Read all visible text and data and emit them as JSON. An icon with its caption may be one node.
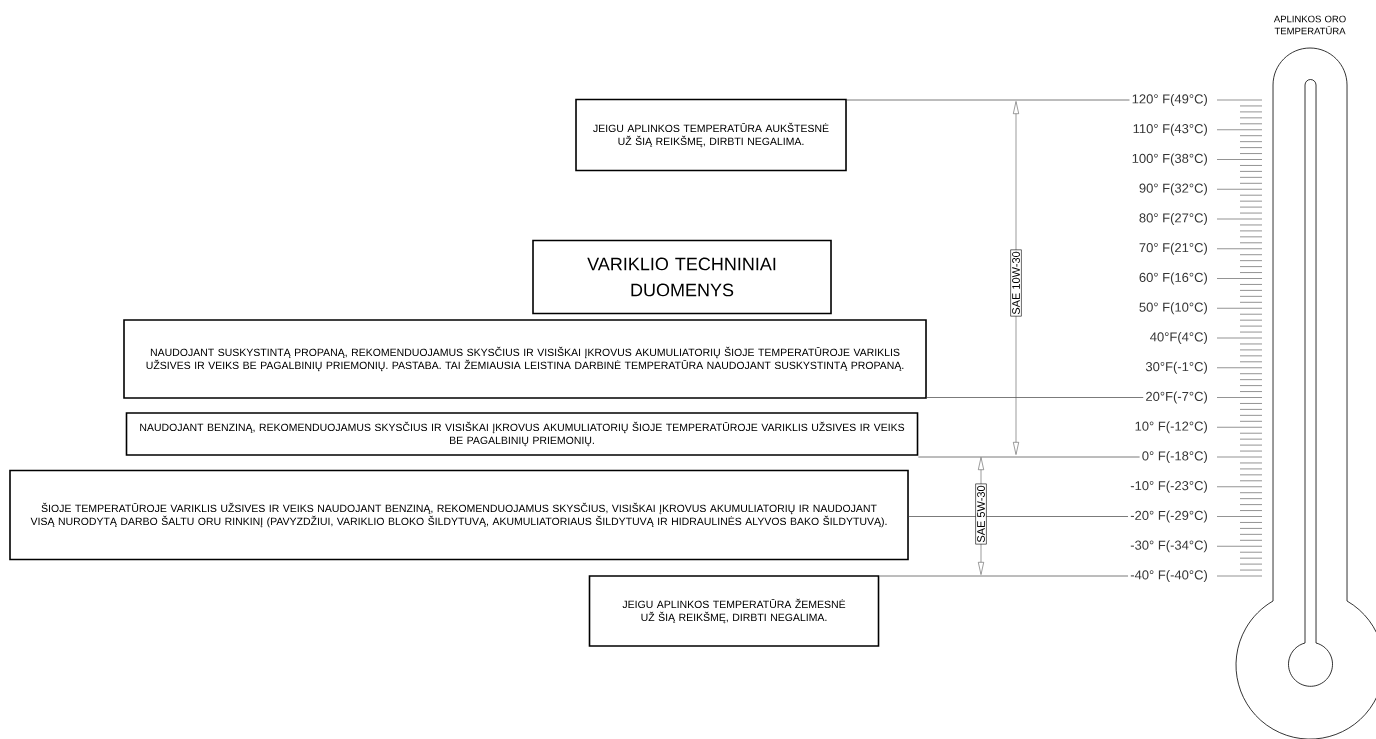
{
  "diagram": {
    "nodes": [
      {
        "text": [
          "JEIGU APLINKOS TEMPERATŪRA AUKŠTESNĖ UŽ ŠIĄ REIKŠMĘ, DIRBTI NEGALIMA."
        ]
      },
      {
        "text": [
          "VARIKLIO TECHNINIAI DUOMENYS"
        ]
      },
      {
        "text": [
          "NAUDOJANT SUSKYSTINTĄ PROPANĄ, REKOMENDUOJAMUS SKYSČIUS IR VISIŠKAI ĮKROVUS AKUMULIATORIŲ ŠIOJE TEMPERATŪROJE VARIKLIS UŽSIVES IR VEIKS BE PAGALBINIŲ PRIEMONIŲ. PASTABA. TAI ŽEMIAUSIA LEISTINA DARBINĖ TEMPERATŪRA NAUDOJANT SUSKYSTINTĄ PROPANĄ."
        ]
      },
      {
        "text": [
          "NAUDOJANT BENZINĄ, REKOMENDUOJAMUS SKYSČIUS IR VISIŠKAI ĮKROVUS AKUMULIATORIŲ ŠIOJE TEMPERATŪROJE VARIKLIS UŽSIVES IR VEIKS BE PAGALBINIŲ PRIEMONIŲ."
        ]
      },
      {
        "text": [
          "ŠIOJE TEMPERATŪROJE VARIKLIS UŽSIVES IR VEIKS NAUDOJANT BENZINĄ, REKOMENDUOJAMUS SKYSČIUS, VISIŠKAI ĮKROVUS AKUMULIATORIŲ IR NAUDOJANT VISĄ NURODYTĄ DARBO ŠALTU ORU RINKINĮ (PAVYZDŽIUI, VARIKLIO BLOKO ŠILDYTUVĄ, AKUMULIATORIAUS ŠILDYTUVĄ IR HIDRAULINĖS ALYVOS BAKO ŠILDYTUVĄ)."
        ]
      },
      {
        "text": [
          "JEIGU APLINKOS TEMPERATŪRA ŽEMESNĖ UŽ ŠIĄ REIKŠMĘ, DIRBTI NEGALIMA."
        ]
      },
      {
        "text": [
          "120° F(49°C)"
        ]
      },
      {
        "text": [
          "20°F(-7°C)"
        ]
      },
      {
        "text": [
          "0° F(-18°C)"
        ]
      },
      {
        "text": [
          "-20° F(-29°C)"
        ]
      },
      {
        "text": [
          "-40° F(-40°C)"
        ]
      }
    ],
    "edges": [
      {
        "from": 0,
        "to": 6,
        "arrow": "none"
      },
      {
        "from": 2,
        "to": 7,
        "arrow": "none"
      },
      {
        "from": 3,
        "to": 8,
        "arrow": "none"
      },
      {
        "from": 4,
        "to": 9,
        "arrow": "none"
      },
      {
        "from": 5,
        "to": 10,
        "arrow": "none"
      }
    ],
    "labels": [
      "APLINKOS ORO TEMPERATŪRA",
      "110° F(43°C)",
      "100° F(38°C)",
      "90° F(32°C)",
      "80° F(27°C)",
      "70° F(21°C)",
      "60° F(16°C)",
      "50° F(10°C)",
      "40°F(4°C)",
      "30°F(-1°C)",
      "10° F(-12°C)",
      "-10° F(-23°C)",
      "-30° F(-34°C)",
      "SAE 10W-30",
      "SAE 5W-30"
    ]
  }
}
